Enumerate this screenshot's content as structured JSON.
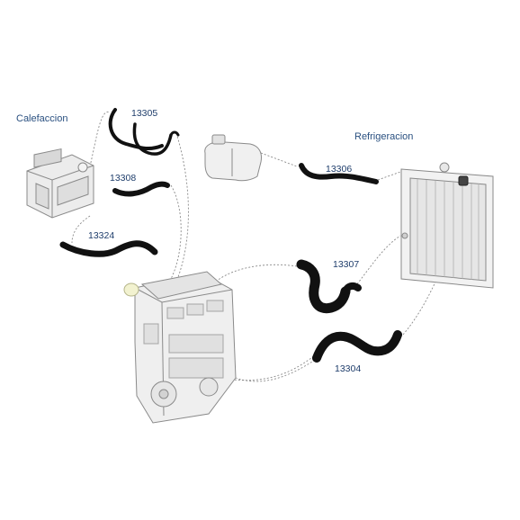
{
  "sections": {
    "heating": "Calefaccion",
    "cooling": "Refrigeracion"
  },
  "parts": {
    "p13305": "13305",
    "p13308": "13308",
    "p13324": "13324",
    "p13306": "13306",
    "p13307": "13307",
    "p13304": "13304"
  },
  "components": [
    "heater-box",
    "expansion-tank",
    "radiator",
    "engine"
  ],
  "colors": {
    "hose": "#111111",
    "label": "#1e3d6b",
    "leader": "#8a8a8a",
    "drawing": "#9a9a9a"
  }
}
